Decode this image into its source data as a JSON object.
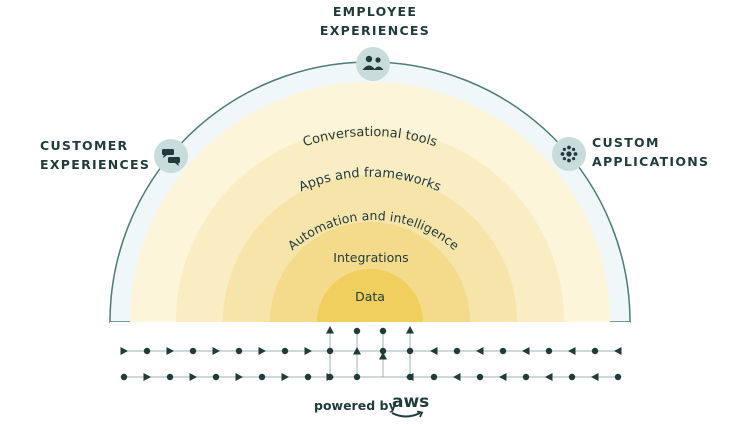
{
  "segments": {
    "employee": [
      "EMPLOYEE",
      "EXPERIENCES"
    ],
    "customer": [
      "CUSTOMER",
      "EXPERIENCES"
    ],
    "custom": [
      "CUSTOM",
      "APPLICATIONS"
    ]
  },
  "layers": [
    "Conversational tools",
    "Apps and frameworks",
    "Automation and intelligence",
    "Integrations",
    "Data"
  ],
  "footer": {
    "powered_by": "powered by",
    "aws": "aws"
  },
  "colors": {
    "outer_band": "#f0f7f8",
    "outline": "#4a7c78",
    "layer_1": "#fcf1cf",
    "layer_2": "#f9e9bc",
    "layer_3": "#f7e3a6",
    "layer_4": "#f4d98a",
    "layer_5": "#f0cf60",
    "dark": "#1f3b3a",
    "icon_bg": "#c9dcdc"
  },
  "icons": [
    "chat-bubbles-icon",
    "people-icon",
    "app-grid-icon"
  ]
}
